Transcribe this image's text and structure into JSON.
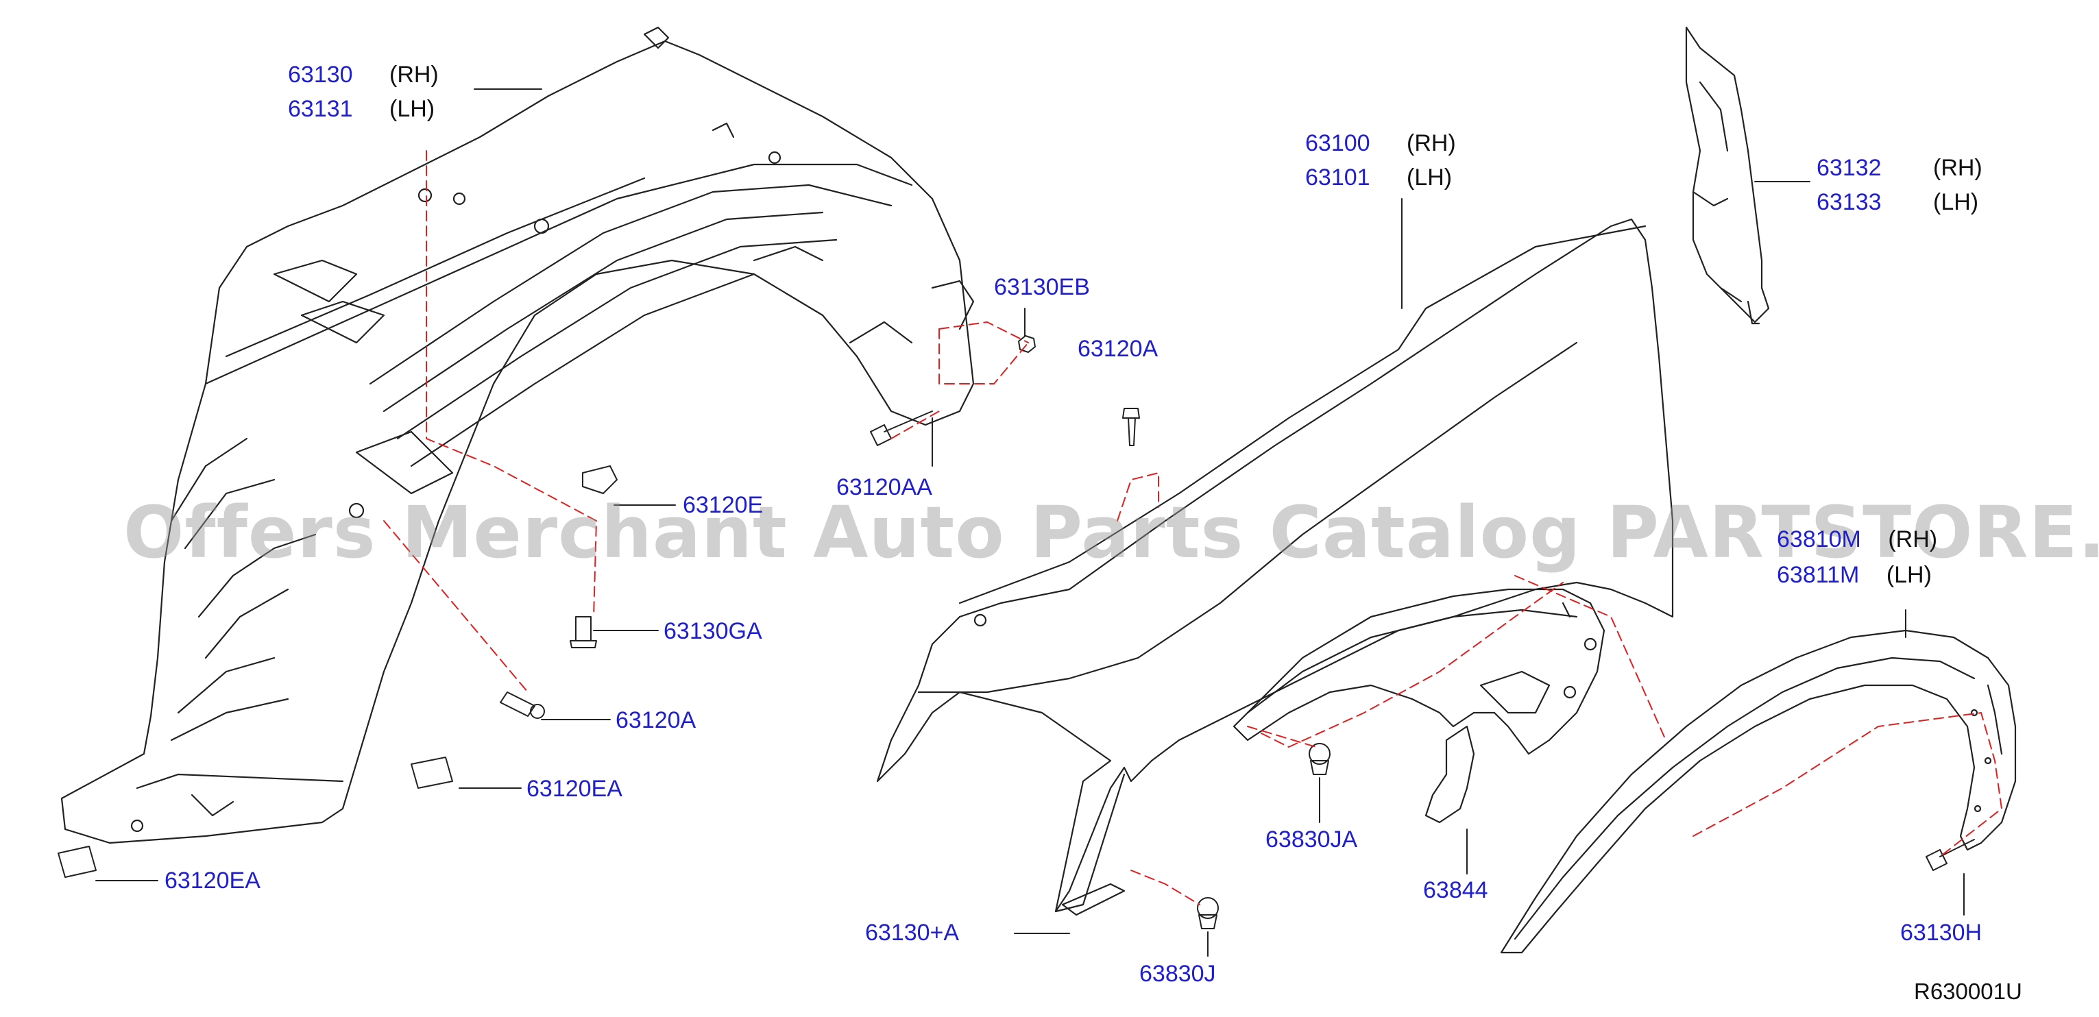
{
  "diagram": {
    "code": "R630001U",
    "watermark": "Offers Merchant Auto Parts Catalog PARTSTORE.SA"
  },
  "callouts": {
    "p63130": {
      "number": "63130",
      "side": "(RH)"
    },
    "p63131": {
      "number": "63131",
      "side": "(LH)"
    },
    "p63100": {
      "number": "63100",
      "side": "(RH)"
    },
    "p63101": {
      "number": "63101",
      "side": "(LH)"
    },
    "p63132": {
      "number": "63132",
      "side": "(RH)"
    },
    "p63133": {
      "number": "63133",
      "side": "(LH)"
    },
    "p63130EB": {
      "number": "63130EB"
    },
    "p63120A_top": {
      "number": "63120A"
    },
    "p63120AA": {
      "number": "63120AA"
    },
    "p63120E": {
      "number": "63120E"
    },
    "p63130GA": {
      "number": "63130GA"
    },
    "p63120A_mid": {
      "number": "63120A"
    },
    "p63120EA_mid": {
      "number": "63120EA"
    },
    "p63120EA_low": {
      "number": "63120EA"
    },
    "p63810M": {
      "number": "63810M",
      "side": "(RH)"
    },
    "p63811M": {
      "number": "63811M",
      "side": "(LH)"
    },
    "p63830JA": {
      "number": "63830JA"
    },
    "p63844": {
      "number": "63844"
    },
    "p63130H": {
      "number": "63130H"
    },
    "p63130plusA": {
      "number": "63130+A"
    },
    "p63830J": {
      "number": "63830J"
    }
  },
  "colors": {
    "part_number": "#1f1fd0",
    "line_art": "#222222",
    "dashed_guides": "#e02020",
    "watermark": "#969696"
  }
}
